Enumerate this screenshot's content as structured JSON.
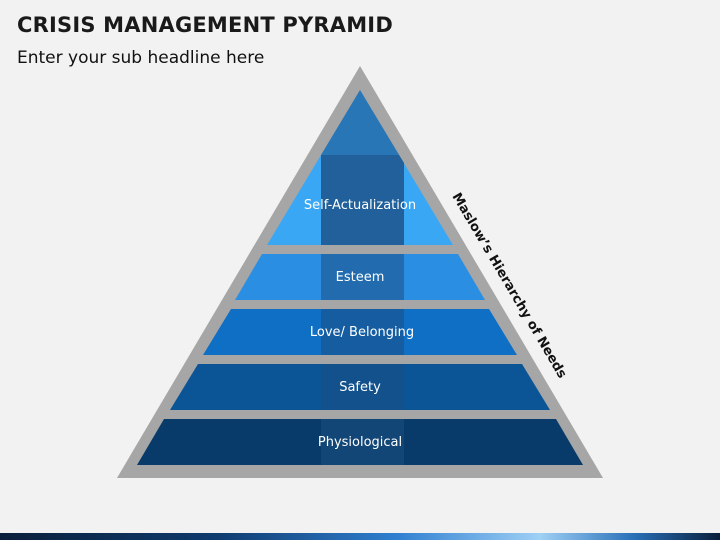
{
  "header": {
    "title": "CRISIS MANAGEMENT PYRAMID",
    "subtitle": "Enter your sub headline here"
  },
  "pyramid": {
    "side_label": "Maslow’s Hierarchy of Needs",
    "levels": [
      {
        "label": "Self-Actualization",
        "color": "#3aa7f4"
      },
      {
        "label": "Esteem",
        "color": "#2a8ee3"
      },
      {
        "label": "Love/ Belonging",
        "color": "#0f6fc4"
      },
      {
        "label": "Safety",
        "color": "#0b5496"
      },
      {
        "label": "Physiological",
        "color": "#083b69"
      }
    ],
    "frame_color": "#a6a6a6",
    "center_stripe_color": "#1b4f84"
  }
}
